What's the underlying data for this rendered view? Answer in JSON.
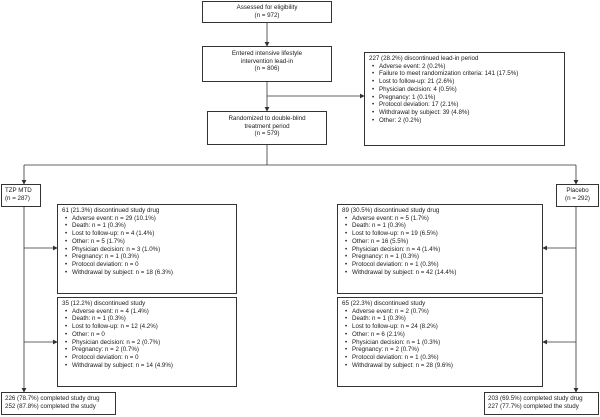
{
  "flow": {
    "eligibility": {
      "line1": "Assessed for eligibility",
      "line2": "(n = 972)"
    },
    "lead_in": {
      "line1": "Entered intensive lifestyle",
      "line2": "intervention lead-in",
      "line3": "(n = 806)"
    },
    "lead_in_discontinued": {
      "header": "227 (28.2%) discontinued lead-in period",
      "items": [
        "Adverse event: 2 (0.2%)",
        "Failure to meet randomization criteria: 141 (17.5%)",
        "Lost to follow-up: 21 (2.6%)",
        "Physician decision: 4 (0.5%)",
        "Pregnancy: 1 (0.1%)",
        "Protocol deviation: 17 (2.1%)",
        "Withdrawal by subject: 39 (4.8%)",
        "Other: 2 (0.2%)"
      ]
    },
    "randomized": {
      "line1": "Randomized to double-blind",
      "line2": "treatment period",
      "line3": "(n = 579)"
    },
    "tzp": {
      "arm": {
        "line1": "TZP MTD",
        "line2": "(n = 287)"
      },
      "drug_discontinued": {
        "header": "61 (21.3%) discontinued study drug",
        "items": [
          "Adverse event: n = 29 (10.1%)",
          "Death: n = 1 (0.3%)",
          "Lost to follow-up: n = 4 (1.4%)",
          "Other: n = 5 (1.7%)",
          "Physician decision: n = 3 (1.0%)",
          "Pregnancy: n = 1 (0.3%)",
          "Protocol deviation: n = 0",
          "Withdrawal by subject: n = 18 (6.3%)"
        ]
      },
      "study_discontinued": {
        "header": "35 (12.2%) discontinued study",
        "items": [
          "Adverse event: n = 4 (1.4%)",
          "Death: n = 1 (0.3%)",
          "Lost to follow-up: n = 12 (4.2%)",
          "Other: n = 0",
          "Physician decision: n = 2 (0.7%)",
          "Pregnancy: n = 2 (0.7%)",
          "Protocol deviation: n = 0",
          "Withdrawal by subject: n = 14 (4.9%)"
        ]
      },
      "completed": {
        "line1": "226 (78.7%) completed study drug",
        "line2": "252 (87.8%) completed the study"
      }
    },
    "placebo": {
      "arm": {
        "line1": "Placebo",
        "line2": "(n = 292)"
      },
      "drug_discontinued": {
        "header": "89 (30.5%) discontinued study drug",
        "items": [
          "Adverse event: n = 5 (1.7%)",
          "Death: n = 1 (0.3%)",
          "Lost to follow-up: n = 19 (6.5%)",
          "Other: n = 16 (5.5%)",
          "Physician decision: n = 4 (1.4%)",
          "Pregnancy: n = 1 (0.3%)",
          "Protocol deviation: n = 1 (0.3%)",
          "Withdrawal by subject: n = 42 (14.4%)"
        ]
      },
      "study_discontinued": {
        "header": "65 (22.3%) discontinued study",
        "items": [
          "Adverse event: n = 2 (0.7%)",
          "Death: n = 1 (0.3%)",
          "Lost to follow-up: n = 24 (8.2%)",
          "Other: n = 6 (2.1%)",
          "Physician decision: n = 1 (0.3%)",
          "Pregnancy: n = 2 (0.7%)",
          "Protocol deviation: n = 1 (0.3%)",
          "Withdrawal by subject: n = 28 (9.6%)"
        ]
      },
      "completed": {
        "line1": "203 (69.5%) completed study drug",
        "line2": "227 (77.7%) completed the study"
      }
    }
  }
}
